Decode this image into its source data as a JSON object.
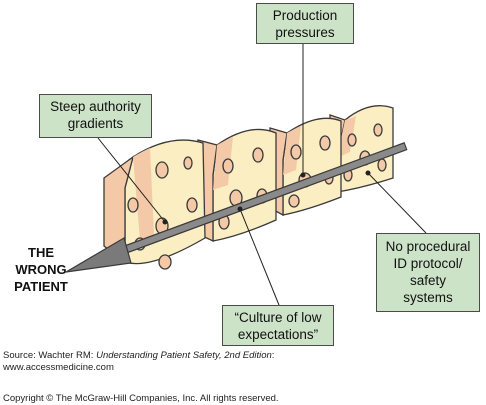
{
  "labels": {
    "production": [
      "Production",
      "pressures"
    ],
    "steep": [
      "Steep authority",
      "gradients"
    ],
    "no_id": [
      "No procedural",
      "ID protocol/",
      "safety",
      "systems"
    ],
    "culture": [
      "“Culture of low",
      "expectations”"
    ],
    "outcome": [
      "THE",
      "WRONG",
      "PATIENT"
    ]
  },
  "source": {
    "prefix": "Source: Wachter RM: ",
    "title": "Understanding Patient Safety, 2nd Edition",
    "suffix": ":",
    "url": "www.accessmedicine.com"
  },
  "copyright": "Copyright © The McGraw-Hill Companies, Inc. All rights reserved.",
  "colors": {
    "cheese": "#fbeec3",
    "cheese_shade": "#f4c9a8",
    "callout_bg": "#cde3c8",
    "arrow": "#6f6f6f",
    "outline": "#3a3a3a"
  }
}
